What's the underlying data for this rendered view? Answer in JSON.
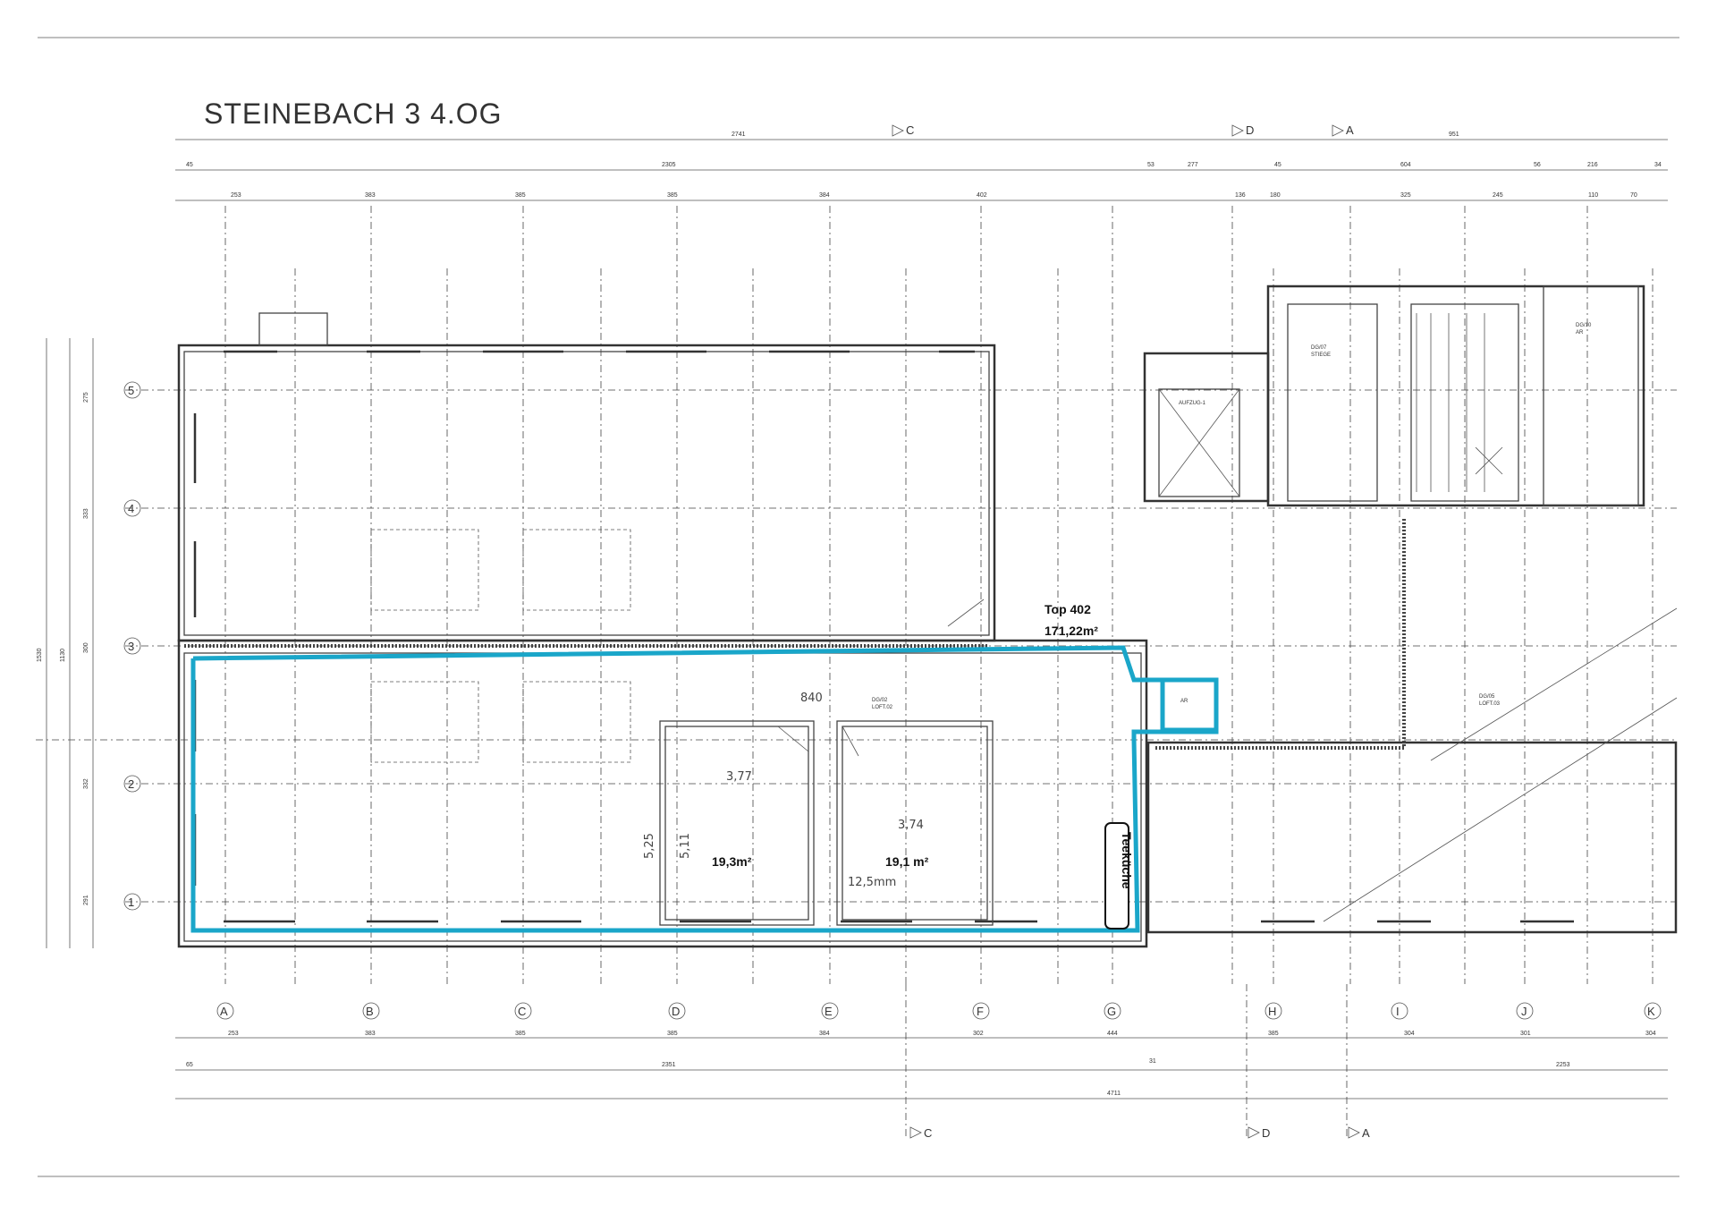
{
  "drawing": {
    "title": "STEINEBACH 3  4.OG",
    "unit_label": "Top 402",
    "unit_area": "171,22m²",
    "room_area_1": "19,3m²",
    "room_area_2": "19,1 m²",
    "kitchen_label": "Teeküche",
    "hand_dim_1": "3,77",
    "hand_dim_2": "3,74",
    "hand_dim_3": "840",
    "hand_dim_4": "5,11",
    "hand_dim_5": "5,25",
    "hand_dim_6": "12,5mm",
    "room_dg02": "DG/02",
    "room_loft02": "LOFT.02",
    "room_dg05": "DG/05",
    "room_loft03": "LOFT.03",
    "room_dg07": "DG/07",
    "room_stiege": "STIEGE",
    "room_dg10": "DG/10",
    "room_ar": "AR",
    "elevator": "AUFZUG-1",
    "ar_small": "AR"
  },
  "section_markers": {
    "top": [
      "C",
      "D",
      "A"
    ],
    "bottom": [
      "C",
      "D",
      "A"
    ]
  },
  "grid_columns": [
    "A",
    "B",
    "C",
    "D",
    "E",
    "F",
    "G",
    "H",
    "I",
    "J",
    "K"
  ],
  "grid_rows": [
    "5",
    "4",
    "3",
    "2",
    "1"
  ],
  "dims": {
    "top_row1": [
      "2741",
      "951"
    ],
    "top_row2": [
      "45",
      "2305",
      "53",
      "277",
      "45",
      "604",
      "56",
      "216",
      "34"
    ],
    "top_row3": [
      "253",
      "383",
      "385",
      "385",
      "384",
      "402",
      "136",
      "180",
      "325",
      "245",
      "110",
      "70"
    ],
    "bottom_row1": [
      "253",
      "383",
      "385",
      "385",
      "384",
      "302",
      "444",
      "385",
      "304",
      "301",
      "304"
    ],
    "bottom_row2": [
      "65",
      "2351",
      "31",
      "2253"
    ],
    "bottom_row3": [
      "4711"
    ],
    "left_outer": [
      "1530",
      "1130"
    ],
    "left_rows": [
      "275",
      "333",
      "300",
      "332",
      "291"
    ]
  },
  "colors": {
    "outline_highlight": "#1aa6c9",
    "lines": "#444444"
  }
}
